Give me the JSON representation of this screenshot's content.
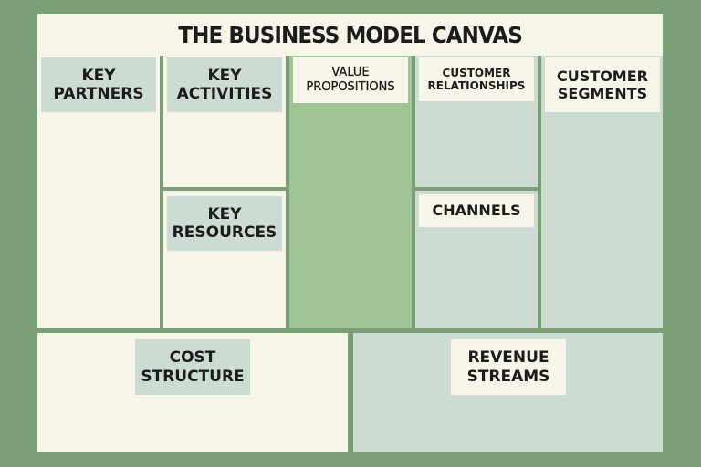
{
  "colors": {
    "background": "#7a9e76",
    "cream": "#f7f5ea",
    "light_green": "#cddcd3",
    "value_green": "#9fc597",
    "label_green": "#cddcd3",
    "text": "#1c1c1c"
  },
  "title": "THE BUSINESS MODEL CANVAS",
  "blocks": [
    {
      "key": "key_partners",
      "lines": [
        "KEY",
        "PARTNERS"
      ]
    },
    {
      "key": "key_activities",
      "lines": [
        "KEY",
        "ACTIVITIES"
      ]
    },
    {
      "key": "key_resources",
      "lines": [
        "KEY",
        "RESOURCES"
      ]
    },
    {
      "key": "value_propositions",
      "lines": [
        "VALUE",
        "PROPOSITIONS"
      ]
    },
    {
      "key": "customer_relationships",
      "lines": [
        "CUSTOMER",
        "RELATIONSHIPS"
      ]
    },
    {
      "key": "channels",
      "lines": [
        "CHANNELS"
      ]
    },
    {
      "key": "customer_segments",
      "lines": [
        "CUSTOMER",
        "SEGMENTS"
      ]
    },
    {
      "key": "cost_structure",
      "lines": [
        "COST",
        "STRUCTURE"
      ]
    },
    {
      "key": "revenue_streams",
      "lines": [
        "REVENUE",
        "STREAMS"
      ]
    }
  ]
}
